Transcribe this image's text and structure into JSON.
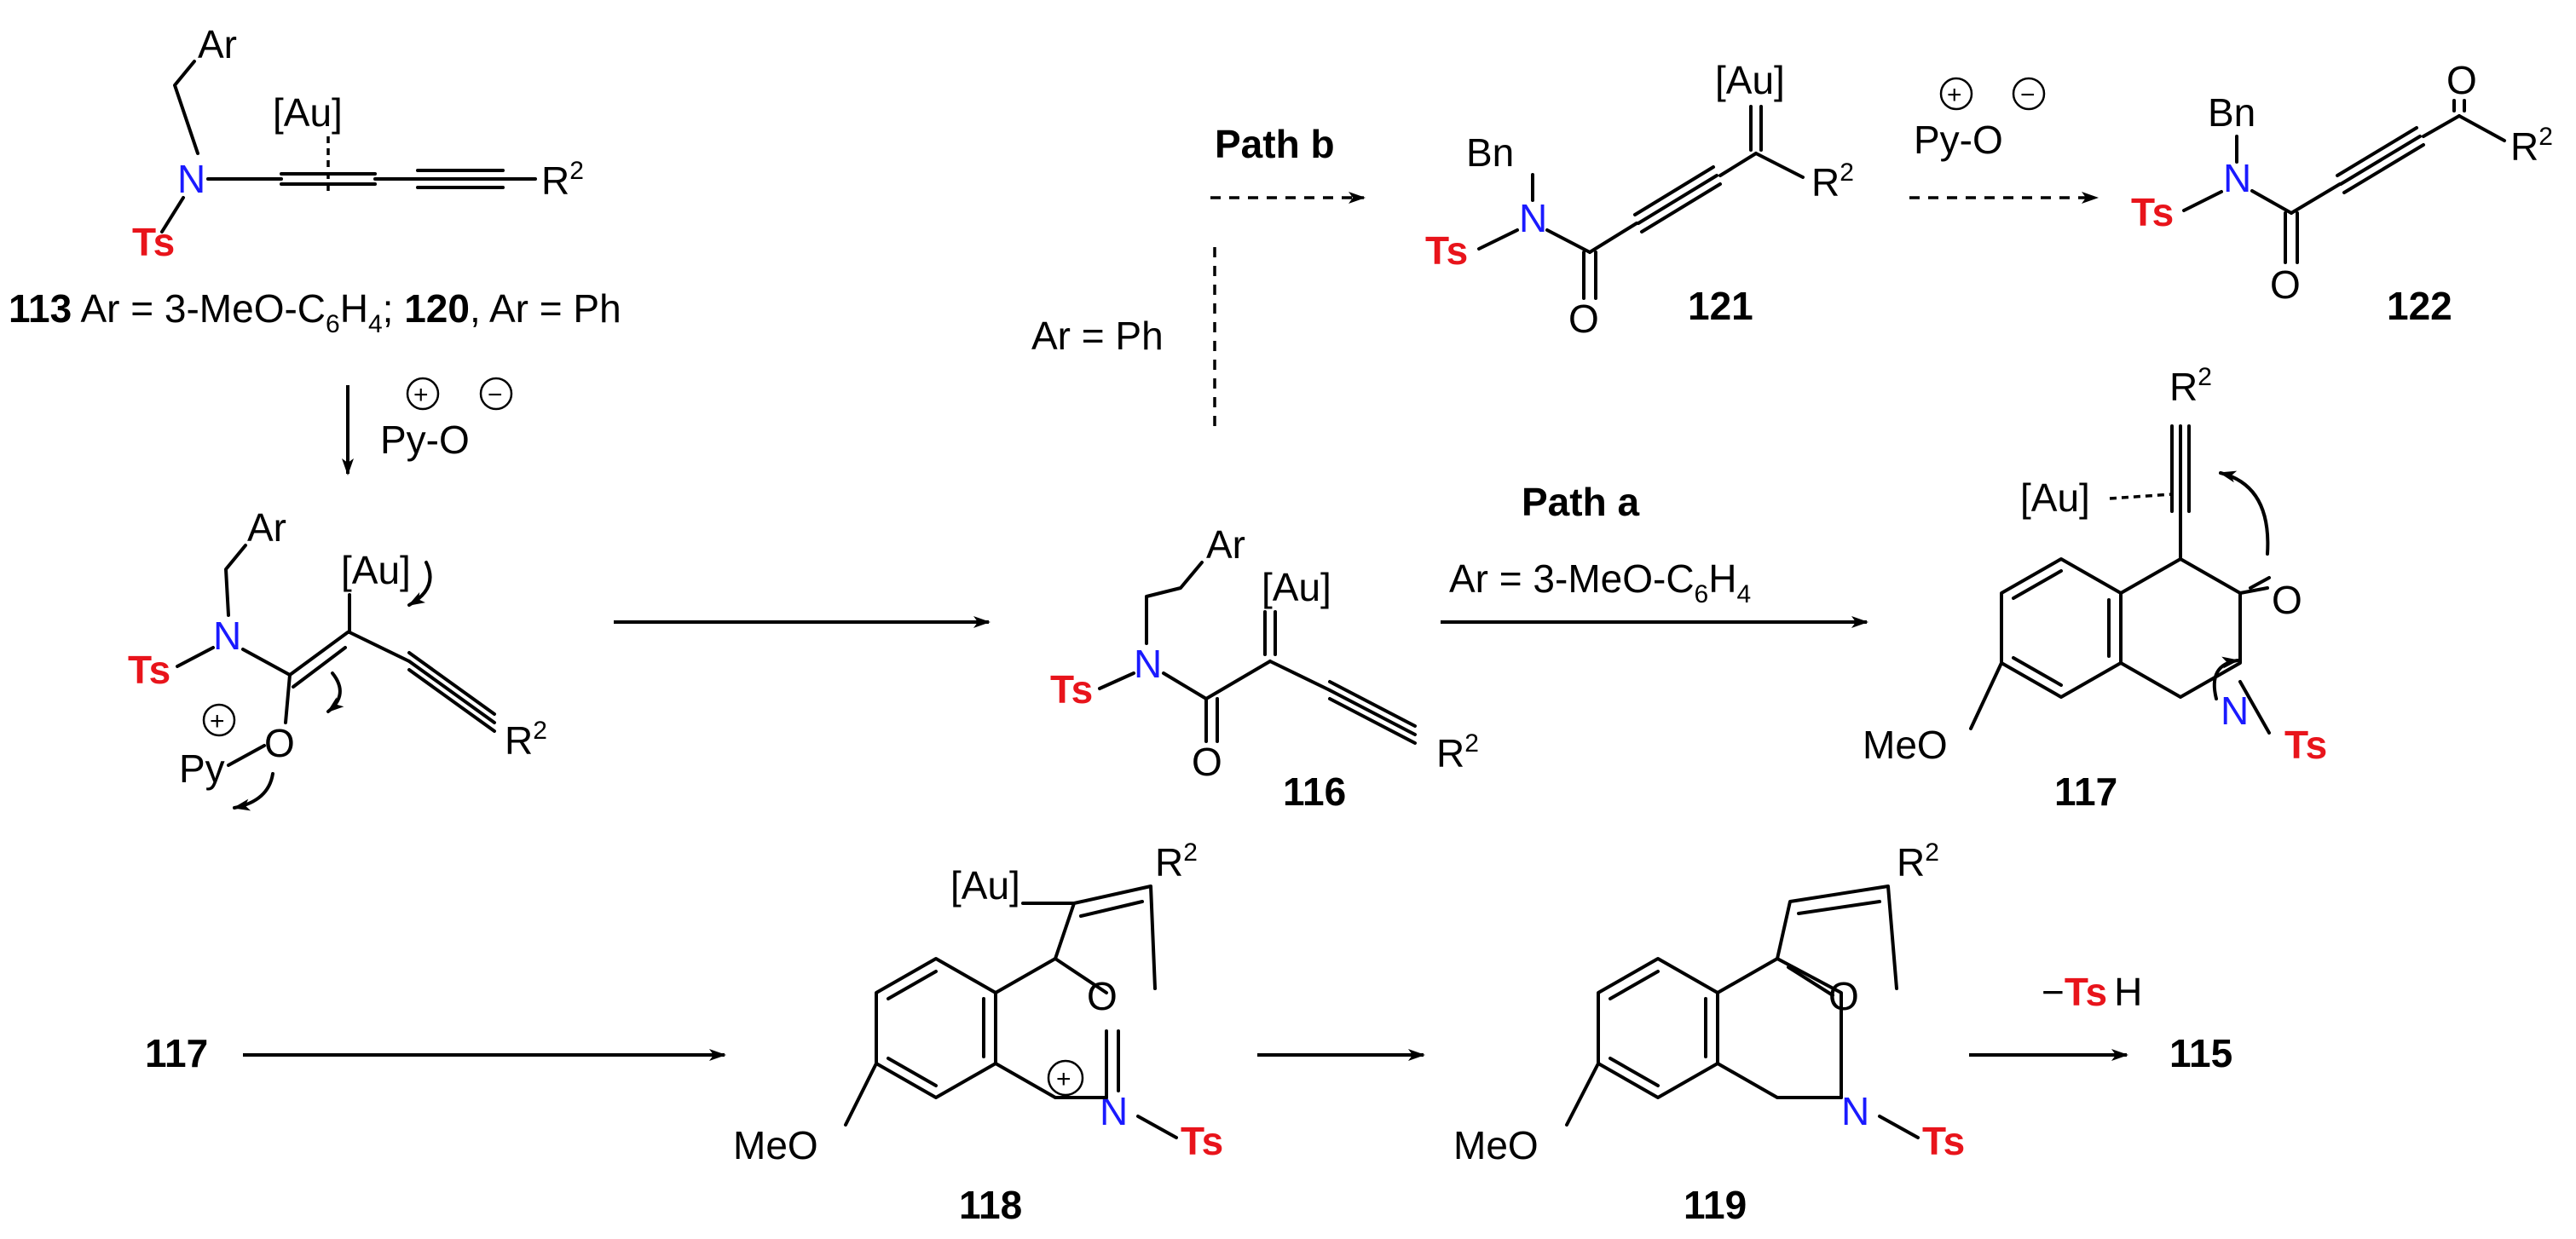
{
  "atoms": {
    "ar": "Ar",
    "au": "[Au]",
    "n": "N",
    "ts": "Ts",
    "r": "R",
    "two": "2",
    "o": "O",
    "bn": "Bn",
    "py": "Py",
    "pyo": "Py-O",
    "meo": "MeO",
    "h": "H",
    "minus_ts": "−",
    "plus": "+",
    "minus": "−"
  },
  "labels": {
    "c113_num": "113",
    "c113_text_a": " Ar = 3-MeO-C",
    "c113_sub6": "6",
    "c113_h": "H",
    "c113_sub4": "4",
    "c113_semi": "; ",
    "c120_num": "120",
    "c120_text": ", Ar = Ph",
    "ar_ph": "Ar = Ph",
    "path_b": "Path b",
    "path_a": "Path a",
    "path_a_cond": "Ar = 3-MeO-C",
    "path_a_sub6": "6",
    "path_a_h": "H",
    "path_a_sub4": "4",
    "c121": "121",
    "c122": "122",
    "c116": "116",
    "c117": "117",
    "c117_start": "117",
    "c118": "118",
    "c119": "119",
    "c115": "115"
  }
}
